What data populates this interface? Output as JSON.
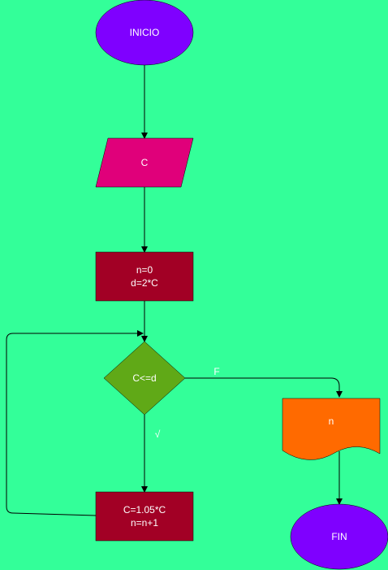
{
  "colors": {
    "background": "#33ff99",
    "terminator": "#7f00ff",
    "input": "#e0007a",
    "process": "#a20025",
    "decision": "#60a917",
    "output": "#ff6a00",
    "edge": "#000000",
    "text": "#ffffff"
  },
  "nodes": {
    "start": {
      "shape": "ellipse",
      "text": "INICIO"
    },
    "input": {
      "shape": "parallelogram",
      "text": "C"
    },
    "init": {
      "shape": "rectangle",
      "text": "n=0\nd=2*C"
    },
    "decision": {
      "shape": "diamond",
      "text": "C<=d"
    },
    "update": {
      "shape": "rectangle",
      "text": "C=1.05*C\nn=n+1"
    },
    "output": {
      "shape": "document",
      "text": "n"
    },
    "end": {
      "shape": "ellipse",
      "text": "FIN"
    }
  },
  "edges": {
    "false_label": "F",
    "true_label": "√"
  }
}
